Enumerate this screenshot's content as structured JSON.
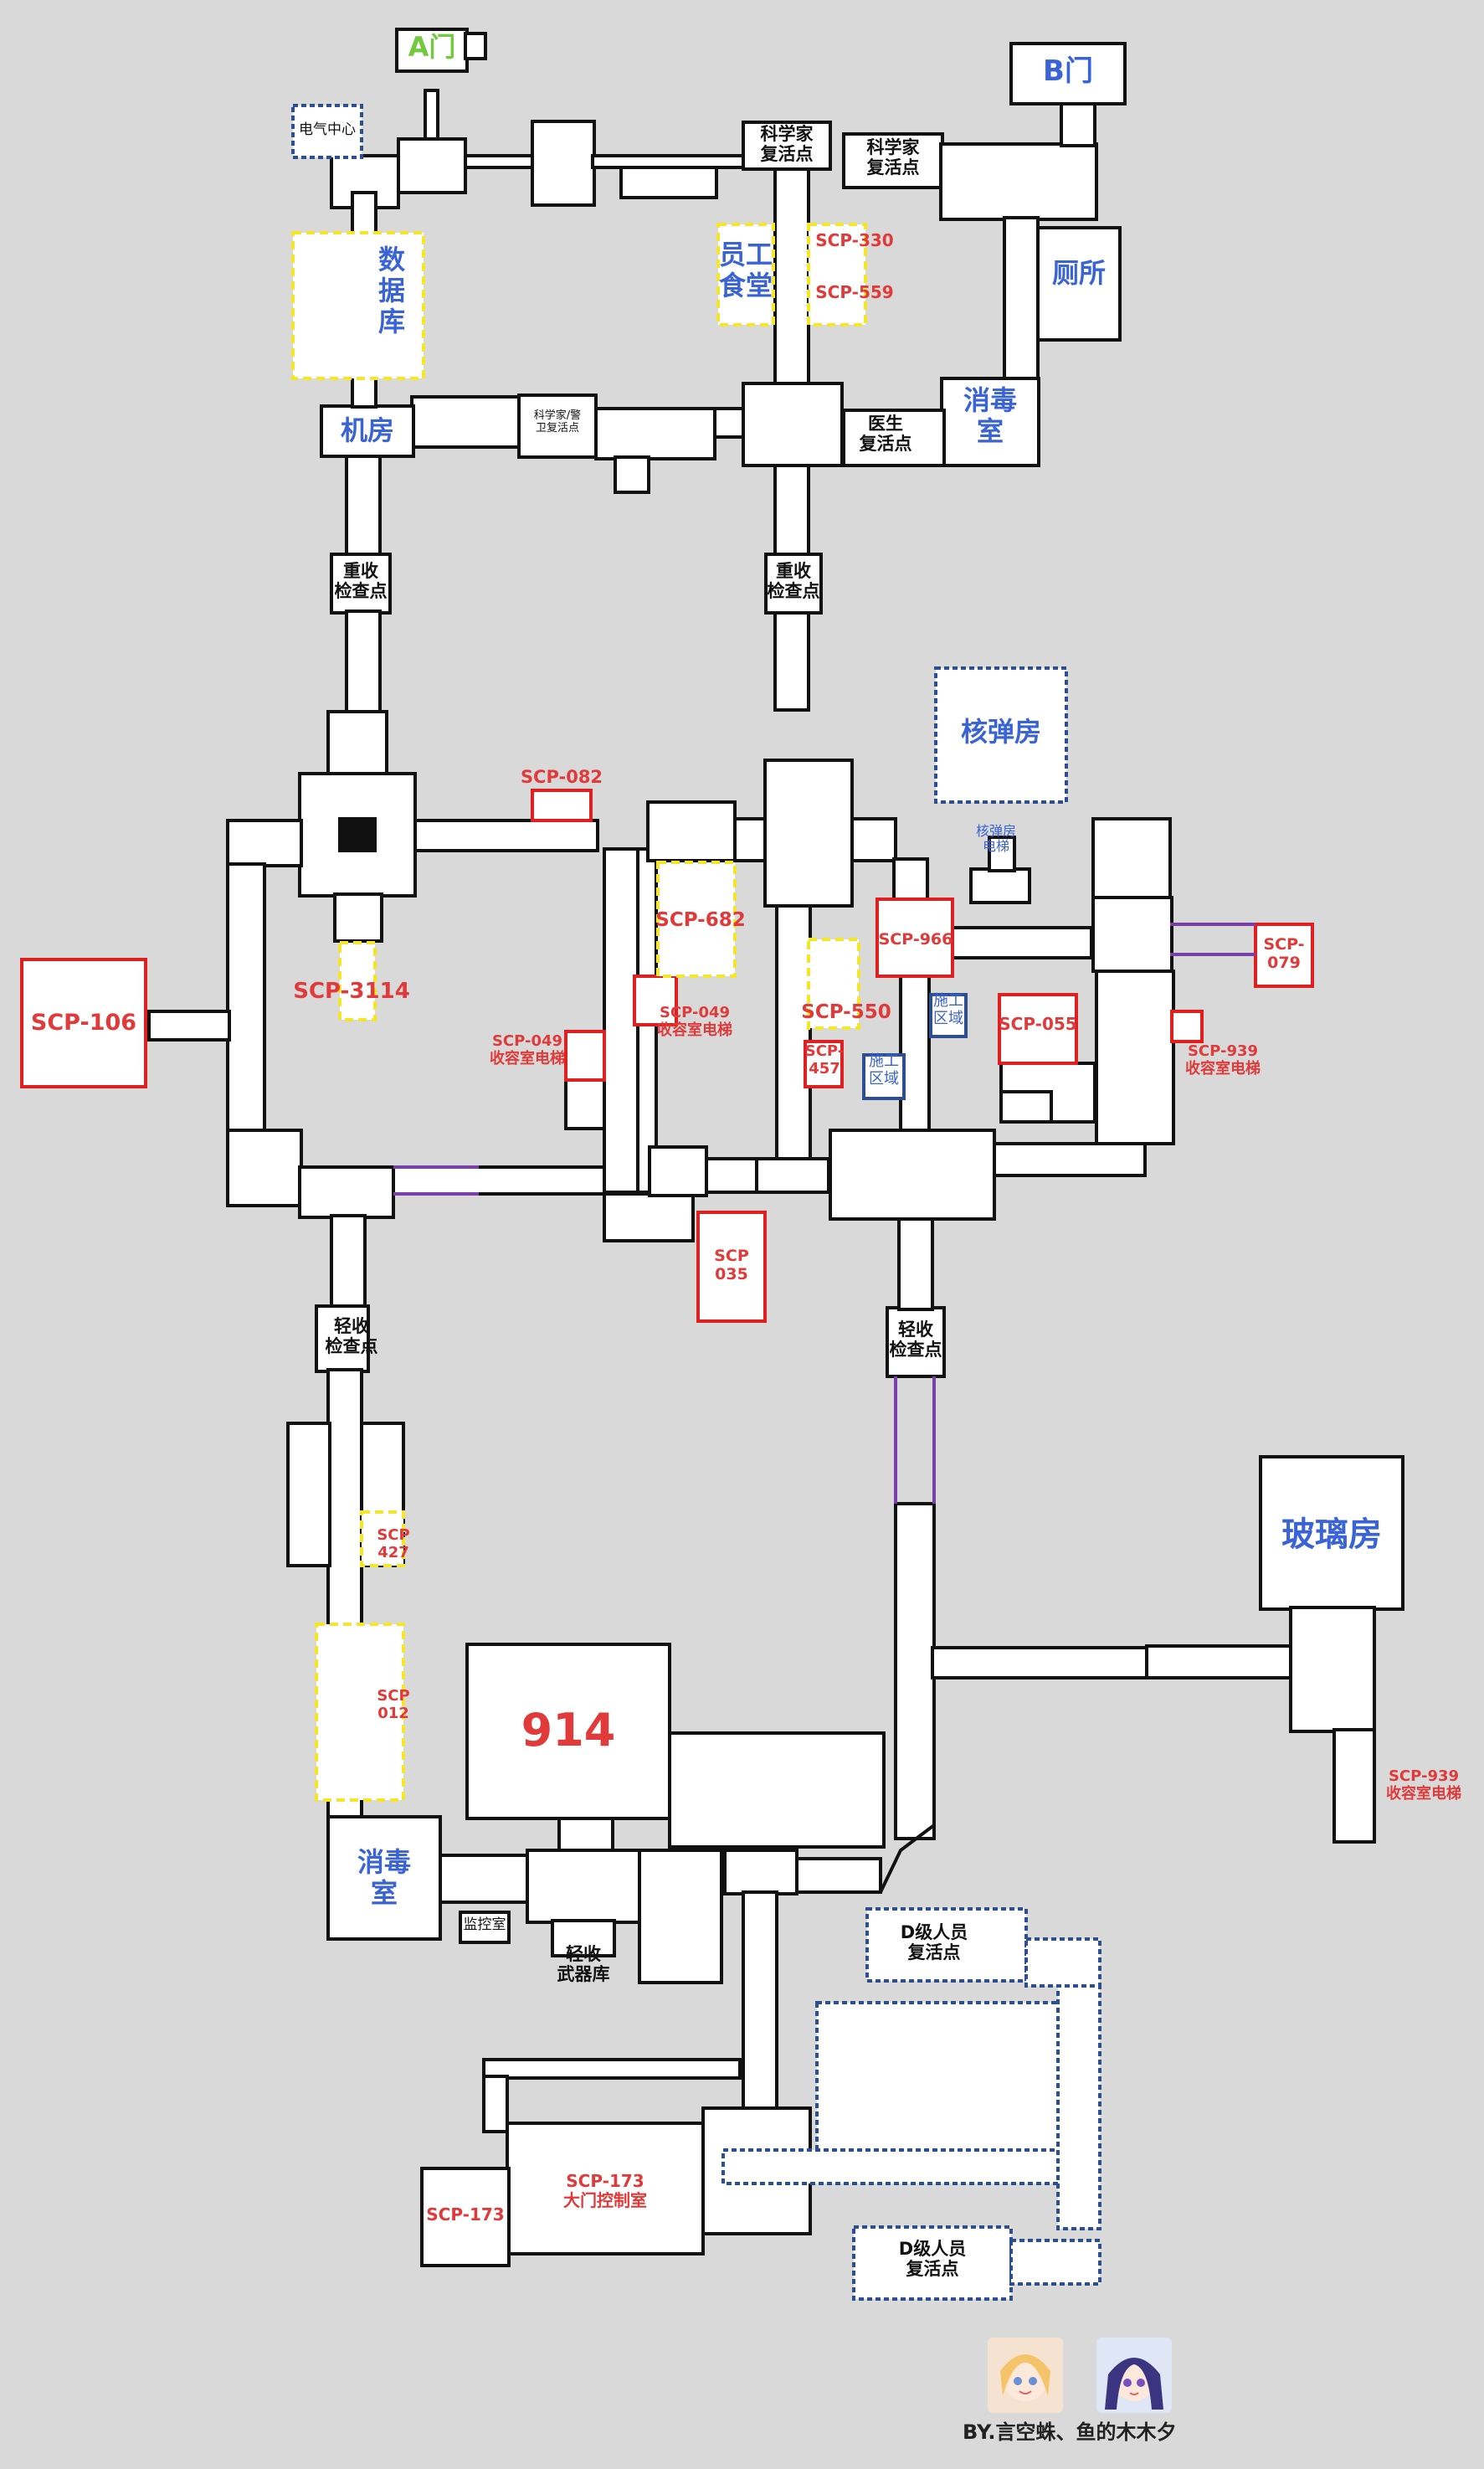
{
  "labels": {
    "gate_a": "A门",
    "gate_b": "B门",
    "electric_center": "电气中心",
    "database": "数\n据\n库",
    "machine_room": "机房",
    "sci_guard_respawn": "科学家/警\n卫复活点",
    "sci_respawn_1": "科学家\n复活点",
    "sci_respawn_2": "科学家\n复活点",
    "staff_canteen": "员工\n食堂",
    "scp330": "SCP-330",
    "scp559": "SCP-559",
    "toilet": "厕所",
    "decon_top": "消毒\n室",
    "doctor_respawn": "医生\n复活点",
    "hcz_check_left": "重收\n检查点",
    "hcz_check_right": "重收\n检查点",
    "nuke_room": "核弹房",
    "nuke_elevator": "核弹房\n电梯",
    "scp082": "SCP-082",
    "scp3114": "SCP-3114",
    "scp106": "SCP-106",
    "scp682": "SCP-682",
    "scp049_elev_a": "SCP-049\n收容室电梯",
    "scp049_elev_b": "SCP-049\n收容室电梯",
    "scp966": "SCP-966",
    "scp079": "SCP-\n079",
    "scp550": "SCP-550",
    "scp457": "SCP-\n457",
    "construction_a": "施工\n区域",
    "construction_b": "施工\n区域",
    "scp055": "SCP-055",
    "scp939_elev_a": "SCP-939\n收容室电梯",
    "scp035": "SCP\n035",
    "lcz_check_left": "轻收\n检查点",
    "lcz_check_right": "轻收\n检查点",
    "scp427": "SCP\n427",
    "glass_room": "玻璃房",
    "scp012": "SCP\n012",
    "scp914": "914",
    "scp939_elev_b": "SCP-939\n收容室电梯",
    "decon_bottom": "消毒\n室",
    "monitor_room": "监控室",
    "lcz_armory": "轻收\n武器库",
    "dclass_respawn_1": "D级人员\n复活点",
    "dclass_respawn_2": "D级人员\n复活点",
    "scp173": "SCP-173",
    "scp173_gate": "SCP-173\n大门控制室"
  },
  "credit": "BY.言空蛛、鱼的木木夕",
  "colors": {
    "background": "#d9d9d9",
    "room_fill": "#ffffff",
    "wall": "#111111",
    "scp_room_border": "#e02020",
    "highlight_border": "#f5e62a",
    "blue_label": "#3a63d6",
    "red_label": "#e03a3a",
    "gate_a_label": "#73c940",
    "connector": "#7a3fa8",
    "dashed_blue": "#2d4f8f"
  }
}
